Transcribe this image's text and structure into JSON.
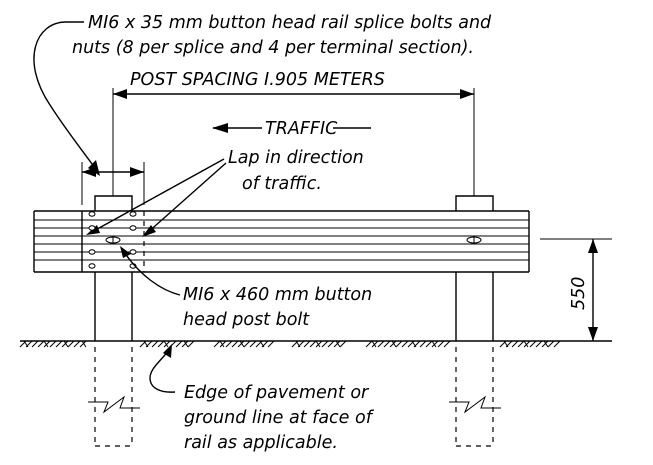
{
  "notes": {
    "splice_bolts": {
      "line1": "MI6 x 35 mm button head rail splice bolts and",
      "line2": "nuts (8 per splice and 4 per terminal section)."
    },
    "post_spacing": "POST SPACING I.905 METERS",
    "traffic": "TRAFFIC",
    "lap": {
      "line1": "Lap in direction",
      "line2": "of traffic."
    },
    "post_bolt": {
      "line1": "MI6 x 460 mm button",
      "line2": "head post bolt"
    },
    "rail_height": "550",
    "pavement_edge": {
      "line1": "Edge of pavement or",
      "line2": "ground line at face of",
      "line3": "rail as applicable."
    }
  }
}
